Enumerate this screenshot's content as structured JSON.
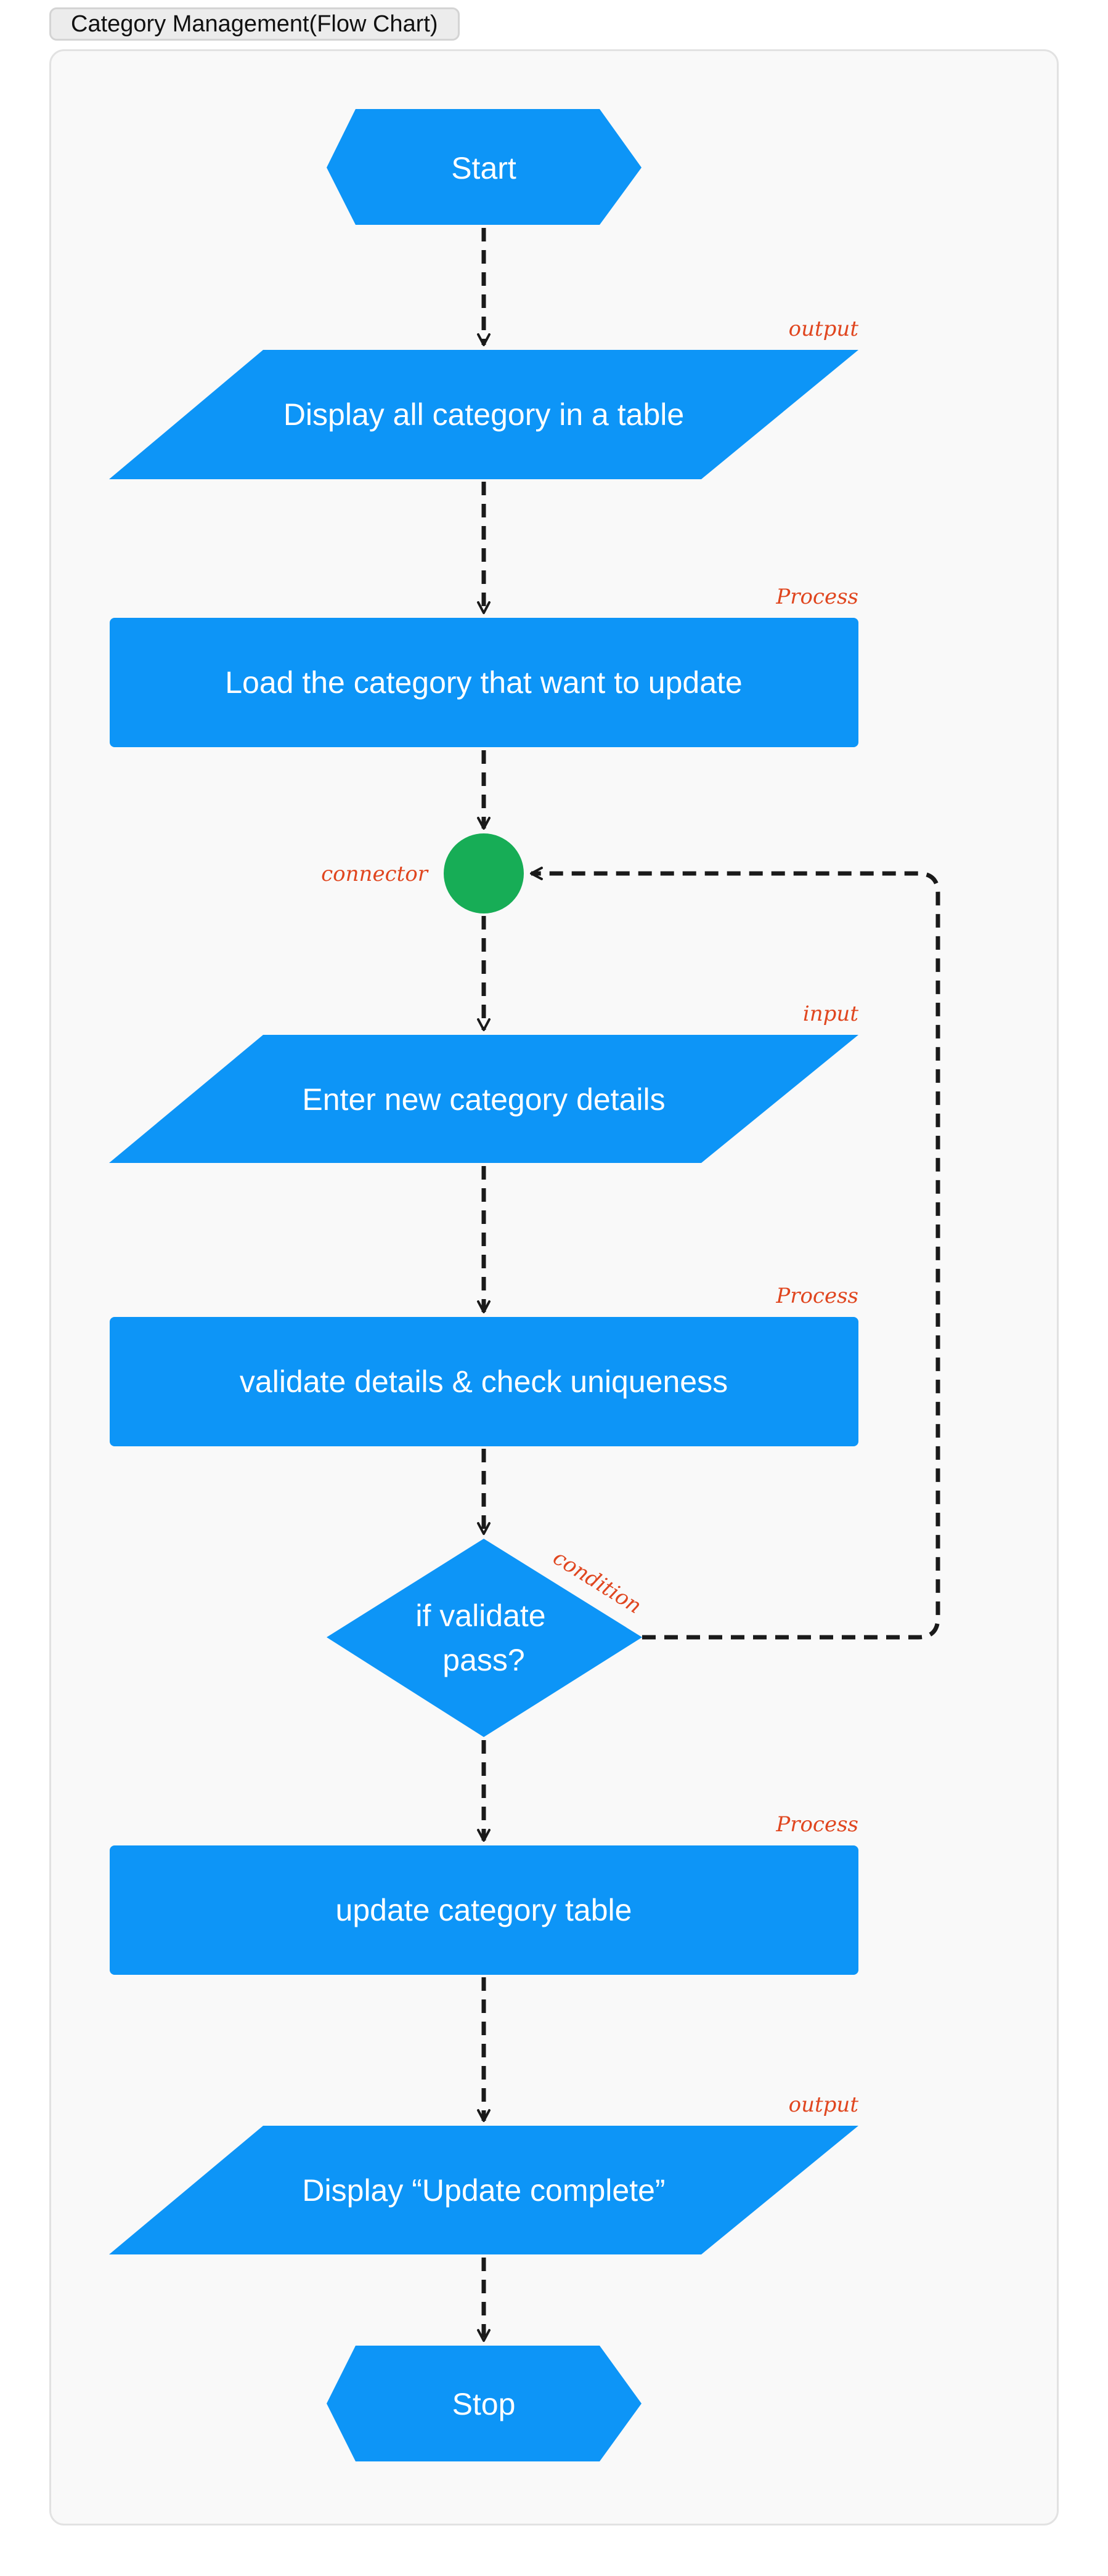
{
  "frame": {
    "title": "Category Management(Flow Chart)"
  },
  "colors": {
    "node": "#0d95f7",
    "connector": "#17ad56",
    "edge": "#1a1a1a",
    "note": "#e0461f"
  },
  "nodes": {
    "start": {
      "label": "Start",
      "shape": "terminator"
    },
    "display_all": {
      "label": "Display all category in a table",
      "shape": "data",
      "note": "output"
    },
    "load_category": {
      "label": "Load the category that want to update",
      "shape": "process",
      "note": "Process"
    },
    "connector": {
      "shape": "connector",
      "note": "connector"
    },
    "enter_details": {
      "label": "Enter new category details",
      "shape": "data",
      "note": "input"
    },
    "validate": {
      "label": "validate details & check uniqueness",
      "shape": "process",
      "note": "Process"
    },
    "decision": {
      "line1": "if validate",
      "line2": "pass?",
      "shape": "decision",
      "note": "condition"
    },
    "update_table": {
      "label": "update category table",
      "shape": "process",
      "note": "Process"
    },
    "display_complete": {
      "label": "Display “Update complete”",
      "shape": "data",
      "note": "output"
    },
    "stop": {
      "label": "Stop",
      "shape": "terminator"
    }
  },
  "edges": [
    {
      "from": "start",
      "to": "display_all"
    },
    {
      "from": "display_all",
      "to": "load_category"
    },
    {
      "from": "load_category",
      "to": "connector"
    },
    {
      "from": "connector",
      "to": "enter_details"
    },
    {
      "from": "enter_details",
      "to": "validate"
    },
    {
      "from": "validate",
      "to": "decision"
    },
    {
      "from": "decision",
      "to": "update_table"
    },
    {
      "from": "decision",
      "to": "connector"
    },
    {
      "from": "update_table",
      "to": "display_complete"
    },
    {
      "from": "display_complete",
      "to": "stop"
    }
  ]
}
